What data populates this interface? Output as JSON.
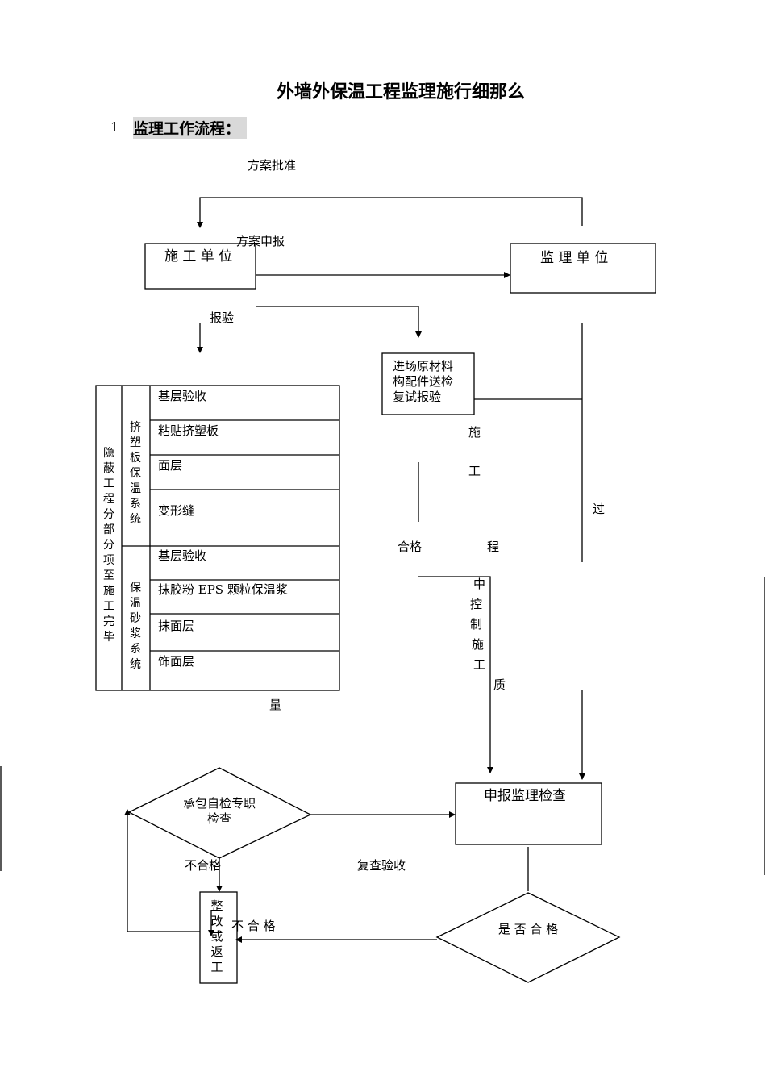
{
  "document": {
    "title": "外墙外保温工程监理施行细那么",
    "section_number": "1",
    "section_heading": "监理工作流程："
  },
  "flowchart": {
    "approval_label": "方案批准",
    "submit_label": "方案申报",
    "contractor_box": "施 工 单 位",
    "supervisor_box": "监 理 单 位",
    "inspection_label": "报验",
    "materials_box": [
      "进场原材料",
      "构配件送检",
      "复试报验"
    ],
    "process_chars": {
      "shi": "施",
      "gong": "工",
      "guo": "过",
      "hege": "合格",
      "cheng": "程",
      "zhong": "中",
      "kong": "控",
      "zhi": "制",
      "shi2": "施",
      "gong2": "工",
      "zhi_quality": "质",
      "liang": "量"
    },
    "table": {
      "outer_label": "隐蔽工程分部分项至施工完毕",
      "groups": [
        {
          "label": "挤塑板保温系统",
          "items": [
            "基层验收",
            "粘贴挤塑板",
            "面层",
            "变形缝"
          ]
        },
        {
          "label": "保温砂浆系统",
          "items": [
            "基层验收",
            "抹胶粉 EPS 颗粒保温浆",
            "抹面层",
            "饰面层"
          ]
        }
      ]
    },
    "self_check_diamond": "承包自检专职检查",
    "report_box": "申报监理检查",
    "fail_label_1": "不合格",
    "recheck_label": "复查验收",
    "pass_diamond": "是 否 合 格",
    "fail_label_2": "不 合 格",
    "rework_box": "整改或返工"
  }
}
